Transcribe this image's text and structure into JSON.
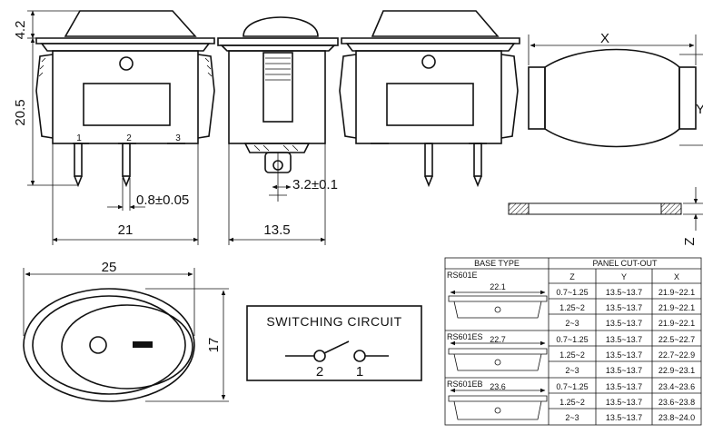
{
  "dimensions": {
    "height_top": "4.2",
    "height_body": "20.5",
    "pin_width": "0.8±0.05",
    "body_width": "21",
    "side_width": "13.5",
    "pin_pitch": "3.2±0.1",
    "cutout_x": "X",
    "cutout_y": "Y",
    "panel_z": "Z",
    "bezel_width": "25",
    "bezel_height": "17"
  },
  "pins": [
    "1",
    "2",
    "3"
  ],
  "switching": {
    "title": "SWITCHING CIRCUIT",
    "pin_left": "2",
    "pin_right": "1"
  },
  "table": {
    "headers": {
      "base_type": "BASE TYPE",
      "panel_cutout": "PANEL CUT-OUT",
      "z": "Z",
      "y": "Y",
      "x": "X"
    },
    "groups": [
      {
        "name": "RS601E",
        "dim": "22.1",
        "rows": [
          [
            "0.7~1.25",
            "13.5~13.7",
            "21.9~22.1"
          ],
          [
            "1.25~2",
            "13.5~13.7",
            "21.9~22.1"
          ],
          [
            "2~3",
            "13.5~13.7",
            "21.9~22.1"
          ]
        ]
      },
      {
        "name": "RS601ES",
        "dim": "22.7",
        "rows": [
          [
            "0.7~1.25",
            "13.5~13.7",
            "22.5~22.7"
          ],
          [
            "1.25~2",
            "13.5~13.7",
            "22.7~22.9"
          ],
          [
            "2~3",
            "13.5~13.7",
            "22.9~23.1"
          ]
        ]
      },
      {
        "name": "RS601EB",
        "dim": "23.6",
        "rows": [
          [
            "0.7~1.25",
            "13.5~13.7",
            "23.4~23.6"
          ],
          [
            "1.25~2",
            "13.5~13.7",
            "23.6~23.8"
          ],
          [
            "2~3",
            "13.5~13.7",
            "23.8~24.0"
          ]
        ]
      }
    ]
  }
}
